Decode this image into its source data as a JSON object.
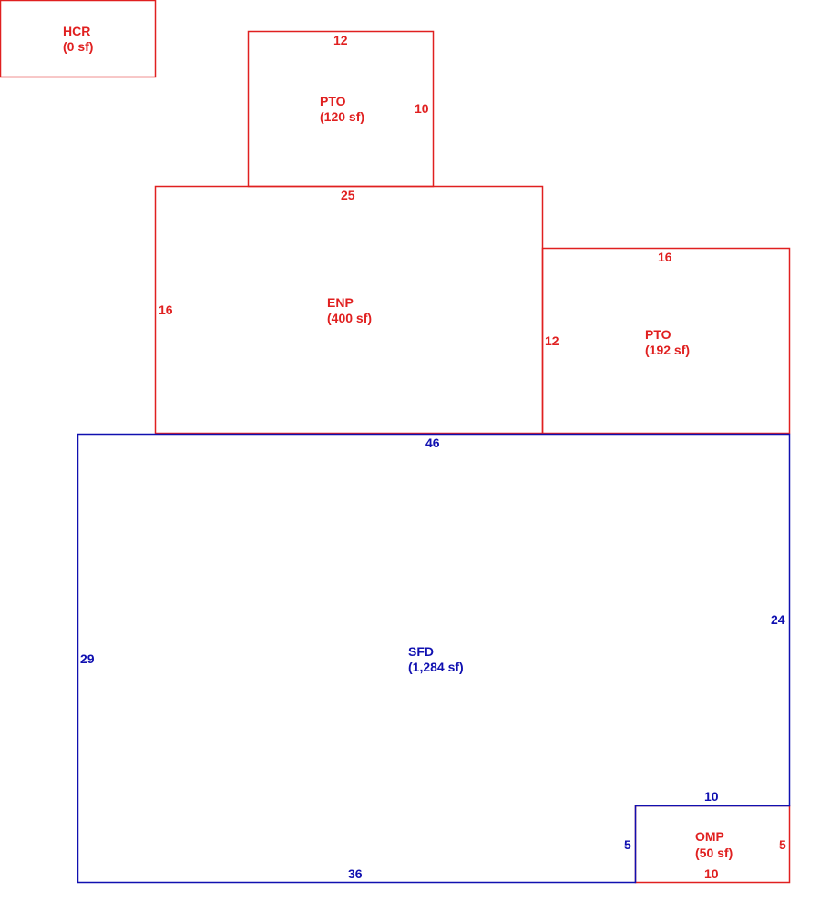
{
  "colors": {
    "red": "#e02020",
    "blue": "#1010b0"
  },
  "areas": {
    "hcr": {
      "code": "HCR",
      "area": "(0 sf)"
    },
    "pto_top": {
      "code": "PTO",
      "area": "(120 sf)"
    },
    "enp": {
      "code": "ENP",
      "area": "(400 sf)"
    },
    "pto_right": {
      "code": "PTO",
      "area": "(192 sf)"
    },
    "sfd": {
      "code": "SFD",
      "area": "(1,284 sf)"
    },
    "omp": {
      "code": "OMP",
      "area": "(50 sf)"
    }
  },
  "dims": {
    "pto_top_width": "12",
    "pto_top_height": "10",
    "enp_width": "25",
    "enp_height": "16",
    "pto_right_width": "16",
    "pto_right_height": "12",
    "sfd_top": "46",
    "sfd_left": "29",
    "sfd_right": "24",
    "sfd_bottom": "36",
    "notch_top": "10",
    "notch_side": "5",
    "omp_bottom": "10",
    "omp_right": "5"
  }
}
